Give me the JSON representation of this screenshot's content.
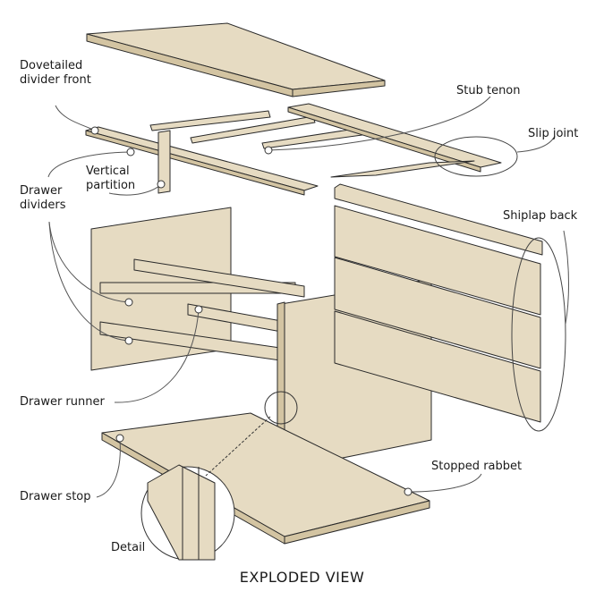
{
  "figure": {
    "caption": "EXPLODED VIEW",
    "colors": {
      "wood": "#e6dbc2",
      "wood_dark": "#d3c4a2",
      "line": "#2a2a2a",
      "background": "#ffffff"
    }
  },
  "labels": {
    "dovetailed_divider_front": [
      "Dovetailed",
      "divider front"
    ],
    "stub_tenon": "Stub tenon",
    "slip_joint": "Slip joint",
    "vertical_partition": [
      "Vertical",
      "partition"
    ],
    "drawer_dividers": [
      "Drawer",
      "dividers"
    ],
    "shiplap_back": "Shiplap back",
    "drawer_runner": "Drawer runner",
    "stopped_rabbet": "Stopped rabbet",
    "drawer_stop": "Drawer stop",
    "detail": "Detail"
  }
}
